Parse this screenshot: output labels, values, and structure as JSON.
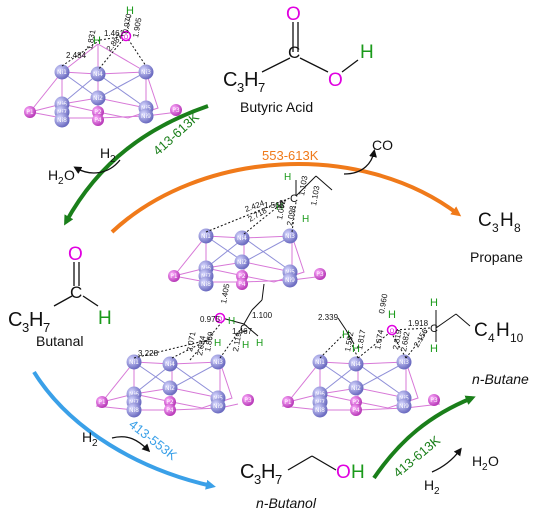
{
  "colors": {
    "green": "#1a7f1a",
    "orange": "#f07a1a",
    "blue": "#3aa0e8",
    "oxygen": "#e000e0",
    "hydrogen": "#1a9a1a",
    "ni_atom": "#8f8fd8",
    "p_atom": "#d85ad8"
  },
  "molecules": {
    "butyric_acid": {
      "name": "Butyric Acid",
      "c3h7": "C",
      "sub3": "3",
      "h7": "H",
      "sub7": "7",
      "c": "C",
      "o_top": "O",
      "o_side": "O",
      "h": "H"
    },
    "butanal": {
      "name": "Butanal",
      "c3h7": "C",
      "sub3": "3",
      "h7": "H",
      "sub7": "7",
      "c": "C",
      "o": "O",
      "h": "H"
    },
    "propane": {
      "name": "Propane",
      "formula_c": "C",
      "sub3": "3",
      "formula_h": "H",
      "sub8": "8"
    },
    "butanol": {
      "name": "n-Butanol",
      "c3h7": "C",
      "sub3": "3",
      "h7": "H",
      "sub7": "7",
      "oh_o": "O",
      "oh_h": "H"
    },
    "butane": {
      "name": "n-Butane",
      "c4": "C",
      "sub4": "4",
      "h10": "H",
      "sub10": "10"
    }
  },
  "reactions": {
    "acid_to_aldehyde": {
      "temp": "413-613K",
      "reactant": "H",
      "reactant_sub": "2",
      "product": "H",
      "product_sub": "2",
      "product_o": "O"
    },
    "aldehyde_to_propane": {
      "temp": "553-613K",
      "product": "CO"
    },
    "aldehyde_to_alcohol": {
      "temp": "413-553K",
      "reactant": "H",
      "reactant_sub": "2"
    },
    "alcohol_to_butane": {
      "temp": "413-613K",
      "reactant": "H",
      "reactant_sub": "2",
      "product": "H",
      "product_sub": "2",
      "product_o": "O"
    }
  },
  "clusters": {
    "top_left": {
      "atoms": [
        "Ni1",
        "Ni4",
        "Ni3",
        "Ni2",
        "Ni6",
        "Ni5",
        "Ni7",
        "Ni8",
        "Ni9",
        "P1",
        "P2",
        "P4",
        "P3"
      ],
      "distances": [
        "2.484",
        "1.461",
        "0.970",
        "1.905",
        "1.831",
        "2.887"
      ],
      "h_label": "H",
      "o_label": "O",
      "h2_label": "H"
    },
    "center": {
      "atoms": [
        "Ni1",
        "Ni4",
        "Ni3",
        "Ni2",
        "Ni6",
        "Ni5",
        "Ni7",
        "Ni8",
        "Ni9",
        "P1",
        "P2",
        "P4",
        "P3"
      ],
      "distances": [
        "2.424",
        "1.568",
        "1.103",
        "1.103",
        "2.718",
        "1.092",
        "2.098"
      ],
      "c_label": "C",
      "h_labels": [
        "H",
        "H",
        "H"
      ]
    },
    "bottom_left": {
      "atoms": [
        "Ni1",
        "Ni4",
        "Ni3",
        "Ni2",
        "Ni6",
        "Ni5",
        "Ni7",
        "Ni8",
        "Ni9",
        "P1",
        "P2",
        "P4",
        "P3"
      ],
      "distances": [
        "0.975",
        "1.405",
        "1.467",
        "1.100",
        "3.228",
        "2.071",
        "2.034",
        "2.119",
        "1.869"
      ],
      "c_label": "C",
      "h_labels": [
        "H",
        "H",
        "H",
        "H"
      ],
      "o_label": "O"
    },
    "bottom_right": {
      "atoms": [
        "Ni1",
        "Ni4",
        "Ni3",
        "Ni2",
        "Ni6",
        "Ni5",
        "Ni7",
        "Ni8",
        "Ni9",
        "P1",
        "P2",
        "P4",
        "P3"
      ],
      "distances": [
        "2.339",
        "1.592",
        "1.817",
        "1.674",
        "0.960",
        "1.918",
        "2.819",
        "2.682",
        "2.156"
      ],
      "c_label": "C",
      "h_labels": [
        "H",
        "H",
        "H",
        "H",
        "H"
      ],
      "o_label": "O"
    }
  }
}
